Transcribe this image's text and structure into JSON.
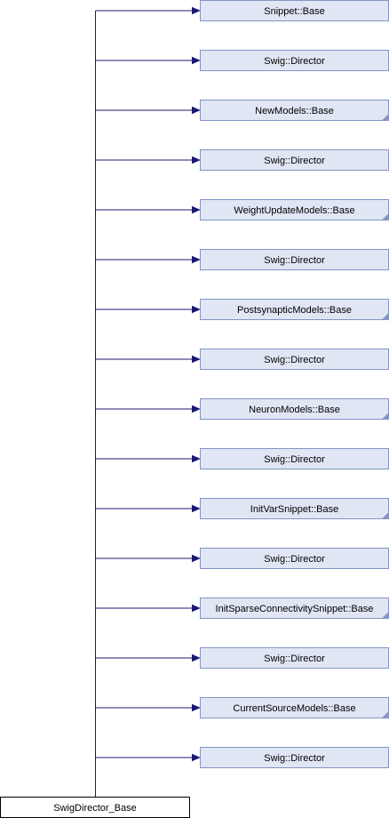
{
  "diagram": {
    "root": {
      "label": "SwigDirector_Base"
    },
    "parents": [
      {
        "label": "Snippet::Base",
        "corner": false
      },
      {
        "label": "Swig::Director",
        "corner": false
      },
      {
        "label": "NewModels::Base",
        "corner": true
      },
      {
        "label": "Swig::Director",
        "corner": false
      },
      {
        "label": "WeightUpdateModels::Base",
        "corner": true
      },
      {
        "label": "Swig::Director",
        "corner": false
      },
      {
        "label": "PostsynapticModels::Base",
        "corner": true
      },
      {
        "label": "Swig::Director",
        "corner": false
      },
      {
        "label": "NeuronModels::Base",
        "corner": true
      },
      {
        "label": "Swig::Director",
        "corner": false
      },
      {
        "label": "InitVarSnippet::Base",
        "corner": true
      },
      {
        "label": "Swig::Director",
        "corner": false
      },
      {
        "label": "InitSparseConnectivitySnippet::Base",
        "corner": true
      },
      {
        "label": "Swig::Director",
        "corner": false
      },
      {
        "label": "CurrentSourceModels::Base",
        "corner": true
      },
      {
        "label": "Swig::Director",
        "corner": false
      }
    ],
    "colors": {
      "node_fill": "#e0e6f4",
      "node_border": "#8494c4",
      "edge": "#191970",
      "root_border": "#000000"
    }
  }
}
